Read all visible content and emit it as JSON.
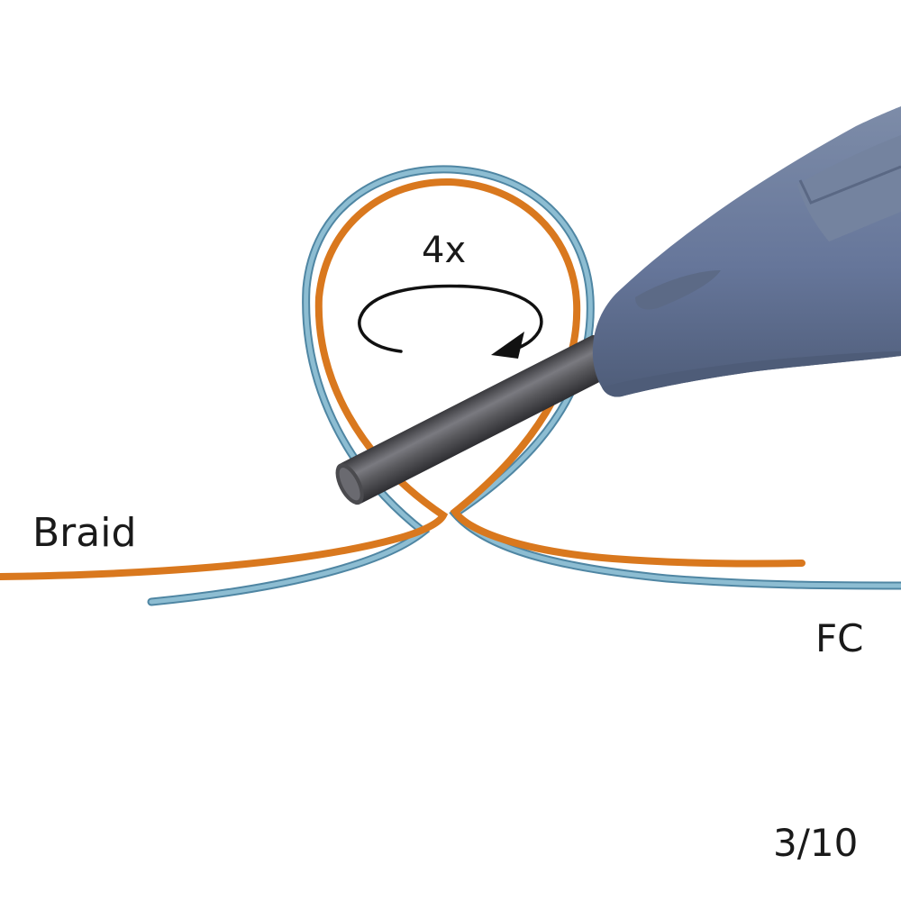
{
  "labels": {
    "braid": "Braid",
    "fluorocarbon": "FC",
    "wrap_count": "4x",
    "page_indicator": "3/10"
  },
  "colors": {
    "background": "#ffffff",
    "braid_line": "#d9781e",
    "fc_line": "#6fa3bd",
    "fc_line_edge": "#4f86a3",
    "tool_handle": "#6a7a96",
    "tool_handle_shadow": "#4e5c78",
    "tool_rod": "#5a5a5e",
    "text": "#1a1a1a"
  },
  "icons": {
    "rotation": "circular-arrow-icon",
    "tool": "knot-tying-tool-icon"
  }
}
